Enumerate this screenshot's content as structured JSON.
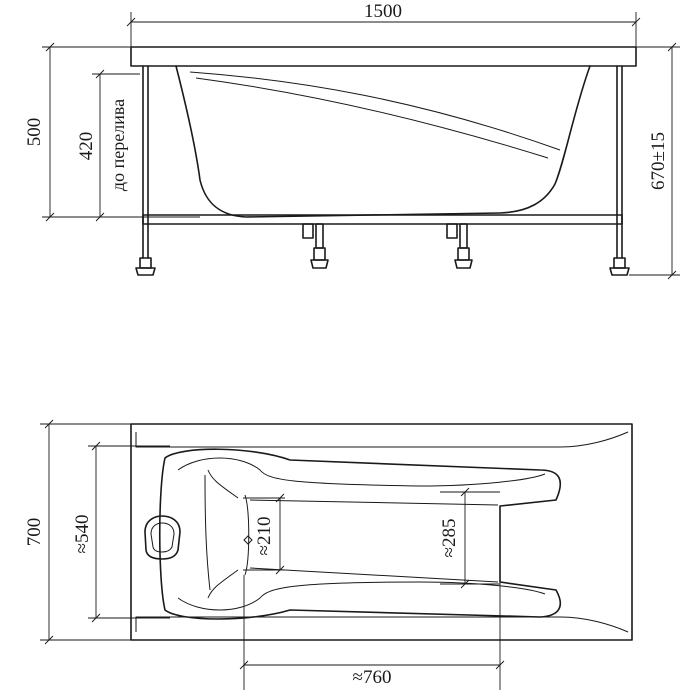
{
  "side_view": {
    "length": "1500",
    "height_total": "500",
    "overflow_height": "420",
    "overflow_note": "до перелива",
    "height_with_legs": "670±15"
  },
  "top_view": {
    "width": "700",
    "inner_width": "≈540",
    "head_width": "≈210",
    "foot_width": "≈285",
    "inner_length": "≈760"
  }
}
